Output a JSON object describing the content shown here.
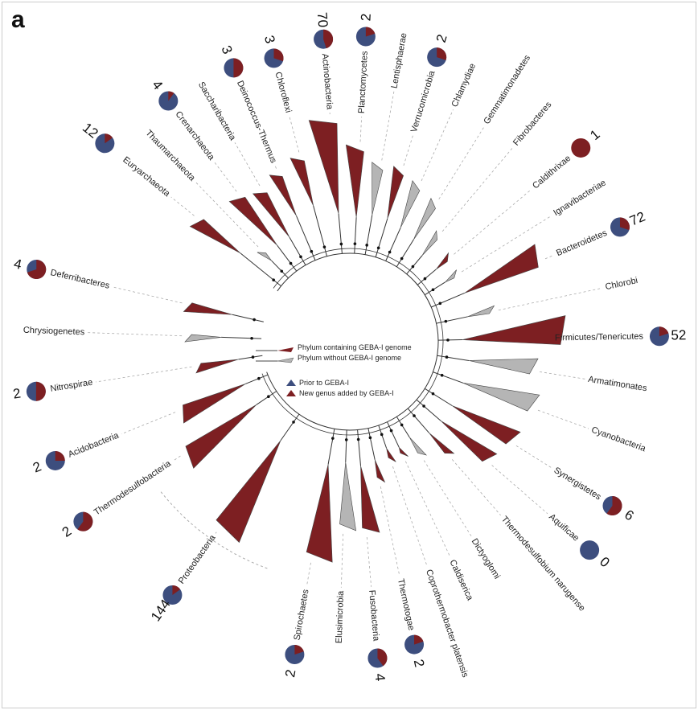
{
  "panel_label": "a",
  "colors": {
    "geba": "#7d1f22",
    "no_geba": "#b5b5b5",
    "prior": "#3d4e7e",
    "new": "#7d1f22"
  },
  "legend": {
    "with": "Phylum containing GEBA-I genome",
    "without": "Phylum without GEBA-I genome",
    "prior": "Prior to GEBA-I",
    "new": "New genus added by GEBA-I"
  },
  "phyla": [
    {
      "name": "Euryarchaeota",
      "geba": true,
      "count": "12",
      "new_fraction": 0.15
    },
    {
      "name": "Thaumarchaeota",
      "geba": false
    },
    {
      "name": "Crenarchaeota",
      "geba": true,
      "count": "4",
      "new_fraction": 0.1
    },
    {
      "name": "Saccharibacteria",
      "geba": true
    },
    {
      "name": "Deinococcus-Thermus",
      "geba": true,
      "count": "3",
      "new_fraction": 0.5
    },
    {
      "name": "Chloroflexi",
      "geba": true,
      "count": "3",
      "new_fraction": 0.3
    },
    {
      "name": "Actinobacteria",
      "geba": true,
      "count": "70",
      "new_fraction": 0.45
    },
    {
      "name": "Planctomycetes",
      "geba": true,
      "count": "2",
      "new_fraction": 0.2
    },
    {
      "name": "Lentisphaerae",
      "geba": false
    },
    {
      "name": "Verrucomicrobia",
      "geba": true,
      "count": "2",
      "new_fraction": 0.3
    },
    {
      "name": "Chlamydiae",
      "geba": false
    },
    {
      "name": "Gemmatimonadetes",
      "geba": false
    },
    {
      "name": "Fibrobacteres",
      "geba": false
    },
    {
      "name": "Caldithrixae",
      "geba": true,
      "count": "1",
      "new_fraction": 1.0
    },
    {
      "name": "Ignavibacteriae",
      "geba": false
    },
    {
      "name": "Bacteroidetes",
      "geba": true,
      "count": "72",
      "new_fraction": 0.3
    },
    {
      "name": "Chlorobi",
      "geba": false
    },
    {
      "name": "Firmicutes/Tenericutes",
      "geba": true,
      "count": "52",
      "new_fraction": 0.2
    },
    {
      "name": "Armatimonates",
      "geba": false
    },
    {
      "name": "Cyanobacteria",
      "geba": false
    },
    {
      "name": "Synergistetes",
      "geba": true,
      "count": "6",
      "new_fraction": 0.6
    },
    {
      "name": "Aquificae",
      "geba": true,
      "count": "0",
      "new_fraction": 0.0
    },
    {
      "name": "Thermodesulfobium narugense",
      "geba": true
    },
    {
      "name": "Dictyoglomi",
      "geba": false
    },
    {
      "name": "Caldiserica",
      "geba": true
    },
    {
      "name": "Coprothermobacter platensis",
      "geba": true
    },
    {
      "name": "Thermotogae",
      "geba": true,
      "count": "2",
      "new_fraction": 0.2
    },
    {
      "name": "Fusobacteria",
      "geba": true,
      "count": "4",
      "new_fraction": 0.4
    },
    {
      "name": "Elusimicrobia",
      "geba": false
    },
    {
      "name": "Spirochaetes",
      "geba": true,
      "count": "2",
      "new_fraction": 0.2
    },
    {
      "name": "Proteobacteria",
      "geba": true,
      "count": "144",
      "new_fraction": 0.15
    },
    {
      "name": "Thermodesulfobacteria",
      "geba": true,
      "count": "2",
      "new_fraction": 0.6
    },
    {
      "name": "Acidobacteria",
      "geba": true,
      "count": "2",
      "new_fraction": 0.25
    },
    {
      "name": "Nitrospirae",
      "geba": true,
      "count": "2",
      "new_fraction": 0.5
    },
    {
      "name": "Chrysiogenetes",
      "geba": false
    },
    {
      "name": "Deferribacteres",
      "geba": true,
      "count": "4",
      "new_fraction": 0.7
    }
  ]
}
